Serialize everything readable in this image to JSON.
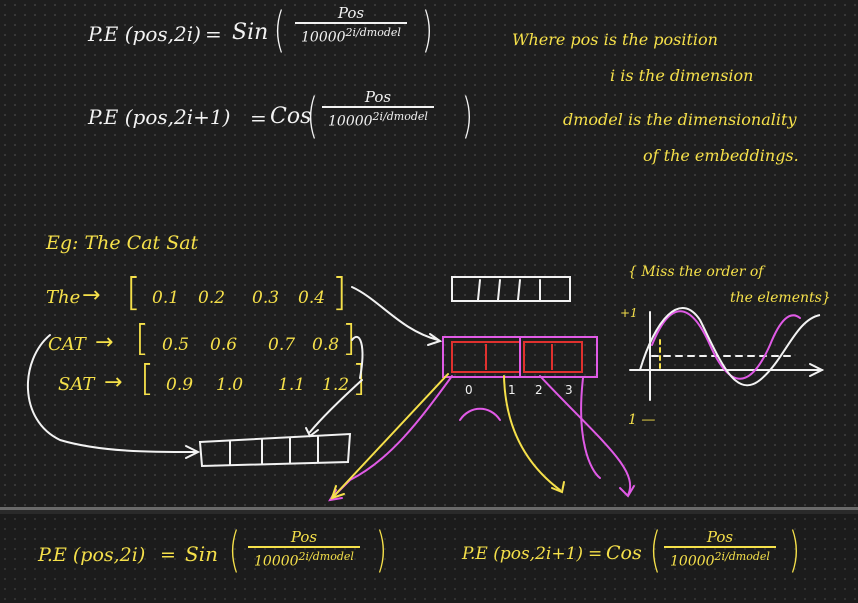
{
  "formulas": {
    "pe_sin_left": "P.E (pos,2i)",
    "eq": "=",
    "sin": "Sin",
    "cos": "Cos",
    "numerator": "Pos",
    "denominator": "10000",
    "exponent": "2i/dmodel",
    "pe_cos_left": "P.E (pos,2i+1)"
  },
  "notes": {
    "line1": "Where pos is the position",
    "line2": "i is the dimension",
    "line3": "dmodel is the dimensionality",
    "line4": "of the embeddings."
  },
  "example": {
    "header": "Eg: The Cat Sat",
    "rows": [
      {
        "word": "The",
        "arrow": "→",
        "values": [
          "0.1",
          "0.2",
          "0.3",
          "0.4"
        ]
      },
      {
        "word": "CAT",
        "arrow": "→",
        "values": [
          "0.5",
          "0.6",
          "0.7",
          "0.8"
        ]
      },
      {
        "word": "SAT",
        "arrow": "→",
        "values": [
          "0.9",
          "1.0",
          "1.1",
          "1.2"
        ]
      }
    ]
  },
  "vector_indices": [
    "0",
    "1",
    "2",
    "3"
  ],
  "side_note": {
    "line1": "{ Miss the order of",
    "line2": "the elements}"
  },
  "graph_labels": {
    "plus_one": "+1",
    "minus_one": "1 —"
  },
  "bottom": {
    "pe_sin_left": "P.E (pos,2i)",
    "pe_cos_left": "P.E (pos,2i+1)"
  },
  "colors": {
    "white_ink": "#f2f2f2",
    "yellow_ink": "#f5e04a",
    "pink_ink": "#e05ae6",
    "red_ink": "#e0312e",
    "background": "#1e1e1e"
  }
}
